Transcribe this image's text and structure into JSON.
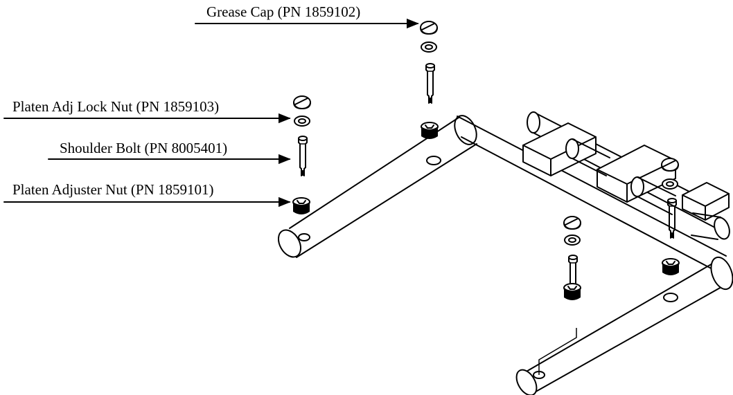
{
  "callouts": {
    "grease_cap": "Grease Cap (PN 1859102)",
    "lock_nut": "Platen Adj Lock Nut (PN 1859103)",
    "shoulder_bolt": "Shoulder Bolt (PN 8005401)",
    "adjuster_nut": "Platen Adjuster Nut (PN 1859101)"
  },
  "colors": {
    "line": "#000000",
    "background": "#ffffff"
  }
}
